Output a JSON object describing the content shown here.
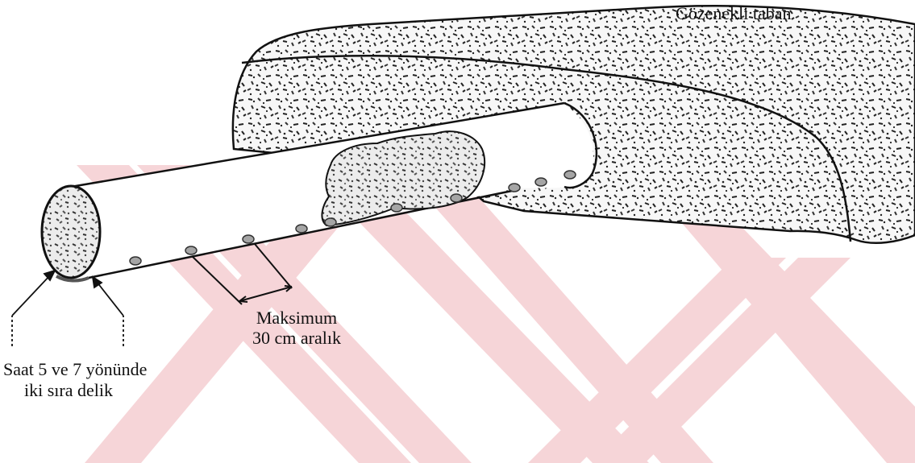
{
  "labels": {
    "porous_base": "Gözenekli taban",
    "spacing_line1": "Maksimum",
    "spacing_line2": "30 cm aralık",
    "holes_line1": "Saat 5 ve 7 yönünde",
    "holes_line2": "iki sıra delik"
  },
  "colors": {
    "watermark": "#f4c8cc",
    "ink": "#111111",
    "gravel_fill": "#f6f6f6",
    "speckle": "#2a2a2a",
    "hole": "#9a9a9a"
  }
}
